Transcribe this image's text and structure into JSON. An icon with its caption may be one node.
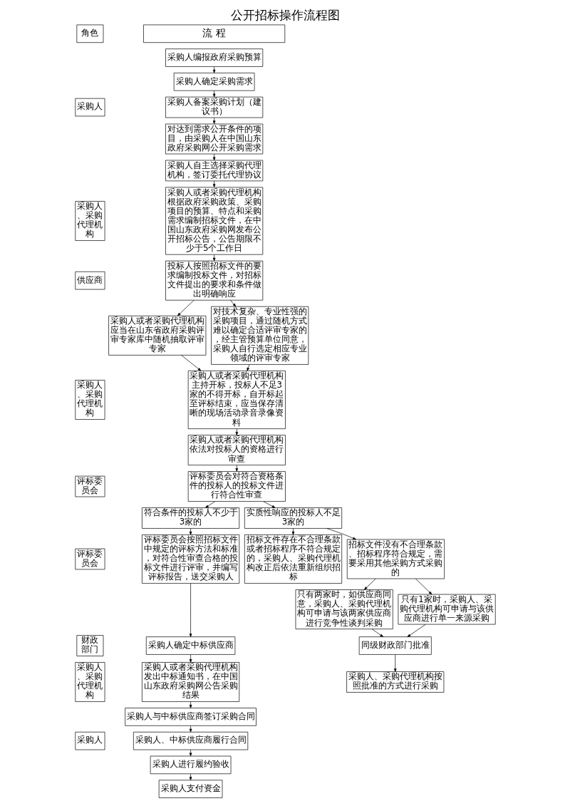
{
  "diagram": {
    "title": "公开招标操作流程图",
    "nodes": [
      {
        "text": [
          "角色"
        ]
      },
      {
        "text": [
          "流 程"
        ]
      },
      {
        "text": [
          "采购人"
        ]
      },
      {
        "text": [
          "采购人、采购代理机构"
        ]
      },
      {
        "text": [
          "供应商"
        ]
      },
      {
        "text": [
          "采购人、采购代理机构"
        ]
      },
      {
        "text": [
          "评标委员会"
        ]
      },
      {
        "text": [
          "评标委员会"
        ]
      },
      {
        "text": [
          "财政部门"
        ]
      },
      {
        "text": [
          "采购人、采购代理机构"
        ]
      },
      {
        "text": [
          "采购人"
        ]
      },
      {
        "text": [
          "采购人编报政府采购预算"
        ]
      },
      {
        "text": [
          "采购人确定采购需求"
        ]
      },
      {
        "text": [
          "采购人备案采购计划（建议书）"
        ]
      },
      {
        "text": [
          "对达到需求公开条件的项目，由采购人在中国山东政府采购网公开采购需求"
        ]
      },
      {
        "text": [
          "采购人自主选择采购代理机构，签订委托代理协议"
        ]
      },
      {
        "text": [
          "采购人或者采购代理机构根据政府采购政策、采购项目的预算、特点和采购需求编制招标文件，在中国山东政府采购网发布公开招标公告，公告期限不少于5个工作日"
        ]
      },
      {
        "text": [
          "投标人按照招标文件的要求编制投标文件，对招标文件提出的要求和条件做出明确响应"
        ]
      },
      {
        "text": [
          "采购人或者采购代理机构应当在山东省政府采购评审专家库中随机抽取评审专家"
        ]
      },
      {
        "text": [
          "对技术复杂、专业性强的采购项目，通过随机方式难以确定合适评审专家的，经主管预算单位同意，采购人自行选定相应专业领域的评审专家"
        ]
      },
      {
        "text": [
          "采购人或者采购代理机构主持开标，投标人不足3家的不得开标，自开标起至评标结束，应当保存清晰的现场活动录音录像资料"
        ]
      },
      {
        "text": [
          "采购人或者采购代理机构依法对投标人的资格进行审查"
        ]
      },
      {
        "text": [
          "评标委员会对符合资格条件的投标人的投标文件进行符合性审查"
        ]
      },
      {
        "text": [
          "符合条件的投标人不少于3家的"
        ]
      },
      {
        "text": [
          "实质性响应的投标人不足3家的"
        ]
      },
      {
        "text": [
          "招标文件存在不合理条款或者招标程序不符合规定的，采购人、采购代理机构改正后依法重新组织招标"
        ]
      },
      {
        "text": [
          "招标文件没有不合理条款、招标程序符合规定，需要采用其他采购方式采购的"
        ]
      },
      {
        "text": [
          "评标委员会按照招标文件中规定的评标方法和标准，对符合性审查合格的投标文件进行评审，并编写评标报告，送交采购人"
        ]
      },
      {
        "text": [
          "只有两家时，如供应商同意，采购人、采购代理机构可申请与该两家供应商进行竞争性谈判采购"
        ]
      },
      {
        "text": [
          "只有1家时，采购人、采购代理机构可申请与该供应商进行单一来源采购"
        ]
      },
      {
        "text": [
          "同级财政部门批准"
        ]
      },
      {
        "text": [
          "采购人确定中标供应商"
        ]
      },
      {
        "text": [
          "采购人或者采购代理机构发出中标通知书，在中国山东政府采购网公告采购结果"
        ]
      },
      {
        "text": [
          "采购人与中标供应商签订采购合同"
        ]
      },
      {
        "text": [
          "采购人、中标供应商履行合同"
        ]
      },
      {
        "text": [
          "采购人进行履约验收"
        ]
      },
      {
        "text": [
          "采购人支付资金"
        ]
      },
      {
        "text": [
          "采购人、采购代理机构按照批准的方式进行采购"
        ]
      }
    ],
    "edges": [
      {
        "from": 11,
        "to": 12,
        "arrow": "to"
      },
      {
        "from": 12,
        "to": 13,
        "arrow": "to"
      },
      {
        "from": 13,
        "to": 14,
        "arrow": "to"
      },
      {
        "from": 14,
        "to": 15,
        "arrow": "to"
      },
      {
        "from": 15,
        "to": 16,
        "arrow": "to"
      },
      {
        "from": 16,
        "to": 17,
        "arrow": "to"
      },
      {
        "from": 17,
        "to": 18,
        "arrow": "to"
      },
      {
        "from": 17,
        "to": 19,
        "arrow": "to"
      },
      {
        "from": 18,
        "to": 20,
        "arrow": "to"
      },
      {
        "from": 19,
        "to": 20,
        "arrow": "to"
      },
      {
        "from": 20,
        "to": 21,
        "arrow": "to"
      },
      {
        "from": 21,
        "to": 22,
        "arrow": "to"
      },
      {
        "from": 22,
        "to": 23,
        "arrow": "to"
      },
      {
        "from": 22,
        "to": 24,
        "arrow": "to"
      },
      {
        "from": 24,
        "to": 25,
        "arrow": "to"
      },
      {
        "from": 24,
        "to": 26,
        "arrow": "to"
      },
      {
        "from": 23,
        "to": 27,
        "arrow": "to"
      },
      {
        "from": 26,
        "to": 28,
        "arrow": "to"
      },
      {
        "from": 26,
        "to": 29,
        "arrow": "to"
      },
      {
        "from": 28,
        "to": 30,
        "arrow": "to"
      },
      {
        "from": 29,
        "to": 30,
        "arrow": "to"
      },
      {
        "from": 27,
        "to": 31,
        "arrow": "to"
      },
      {
        "from": 31,
        "to": 32,
        "arrow": "to"
      },
      {
        "from": 32,
        "to": 33,
        "arrow": "to"
      },
      {
        "from": 33,
        "to": 34,
        "arrow": "to"
      },
      {
        "from": 34,
        "to": 35,
        "arrow": "to"
      },
      {
        "from": 35,
        "to": 36,
        "arrow": "to"
      },
      {
        "from": 30,
        "to": 37,
        "arrow": "to"
      }
    ]
  }
}
